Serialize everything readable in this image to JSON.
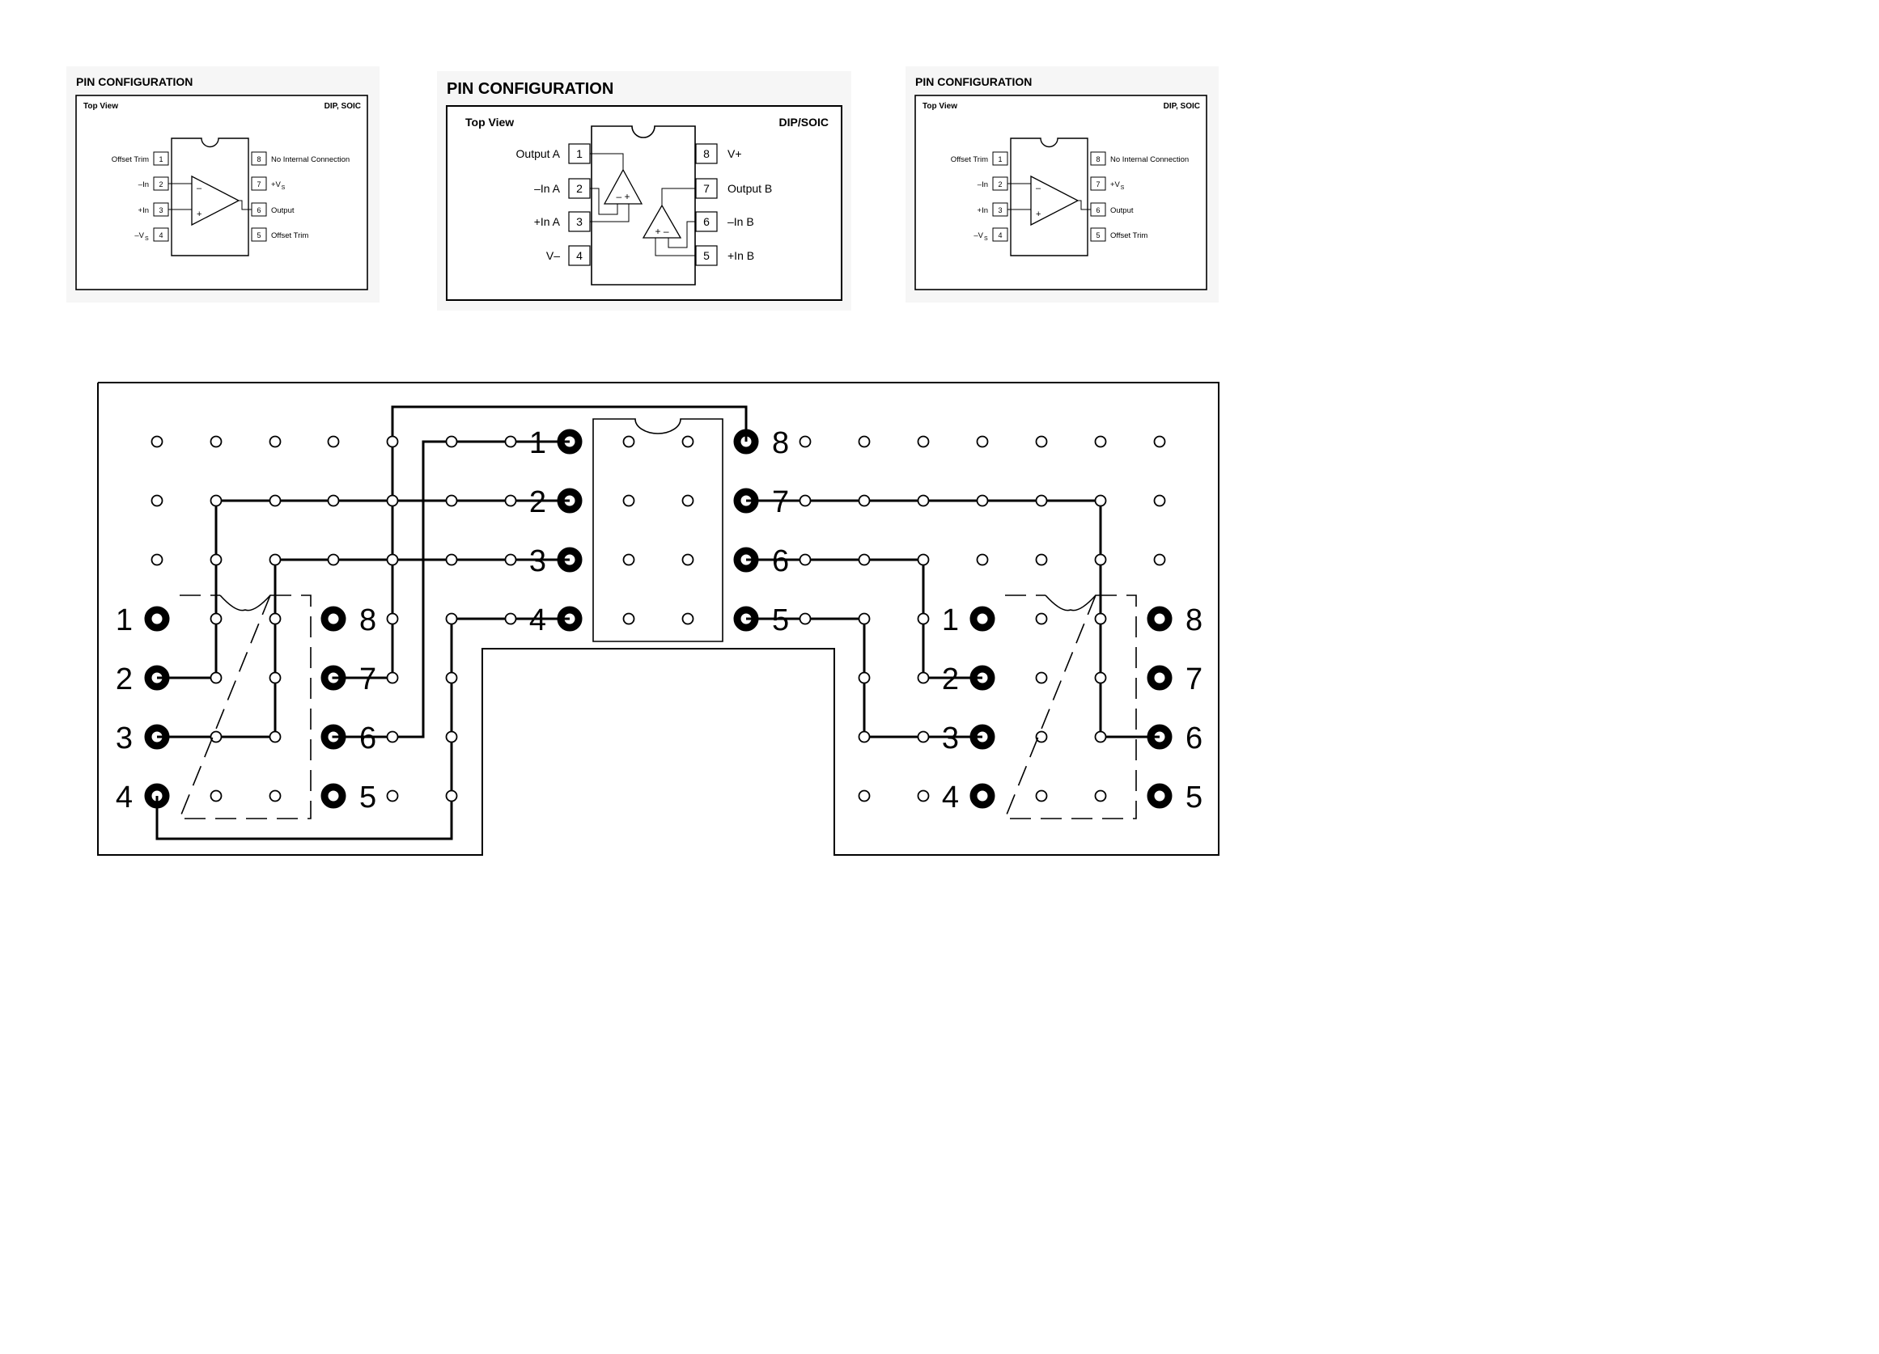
{
  "single_pinout": {
    "title": "PIN CONFIGURATION",
    "view": "Top View",
    "package": "DIP, SOIC",
    "pins": [
      {
        "num": "1",
        "label": "Offset Trim"
      },
      {
        "num": "2",
        "label": "–In"
      },
      {
        "num": "3",
        "label": "+In"
      },
      {
        "num": "4",
        "label": "–V",
        "sub": "S"
      },
      {
        "num": "5",
        "label": "Offset Trim"
      },
      {
        "num": "6",
        "label": "Output"
      },
      {
        "num": "7",
        "label": "+V",
        "sub": "S"
      },
      {
        "num": "8",
        "label": "No Internal Connection"
      }
    ],
    "amp_minus": "–",
    "amp_plus": "+"
  },
  "dual_pinout": {
    "title": "PIN CONFIGURATION",
    "view": "Top View",
    "package": "DIP/SOIC",
    "pins": [
      {
        "num": "1",
        "label": "Output A"
      },
      {
        "num": "2",
        "label": "–In A"
      },
      {
        "num": "3",
        "label": "+In A"
      },
      {
        "num": "4",
        "label": "V–"
      },
      {
        "num": "5",
        "label": "+In B"
      },
      {
        "num": "6",
        "label": "–In B"
      },
      {
        "num": "7",
        "label": "Output B"
      },
      {
        "num": "8",
        "label": "V+"
      }
    ],
    "amp_a_signs": "– +",
    "amp_b_signs": "+ –"
  },
  "board": {
    "adapter_left_pins": [
      "1",
      "2",
      "3",
      "4",
      "5",
      "6",
      "7",
      "8"
    ],
    "socket_center_pins": [
      "1",
      "2",
      "3",
      "4",
      "5",
      "6",
      "7",
      "8"
    ],
    "adapter_right_pins": [
      "1",
      "2",
      "3",
      "4",
      "5",
      "6",
      "7",
      "8"
    ]
  },
  "colors": {
    "ink": "#000000",
    "panel_bg": "#f6f6f6",
    "paper": "#ffffff"
  }
}
